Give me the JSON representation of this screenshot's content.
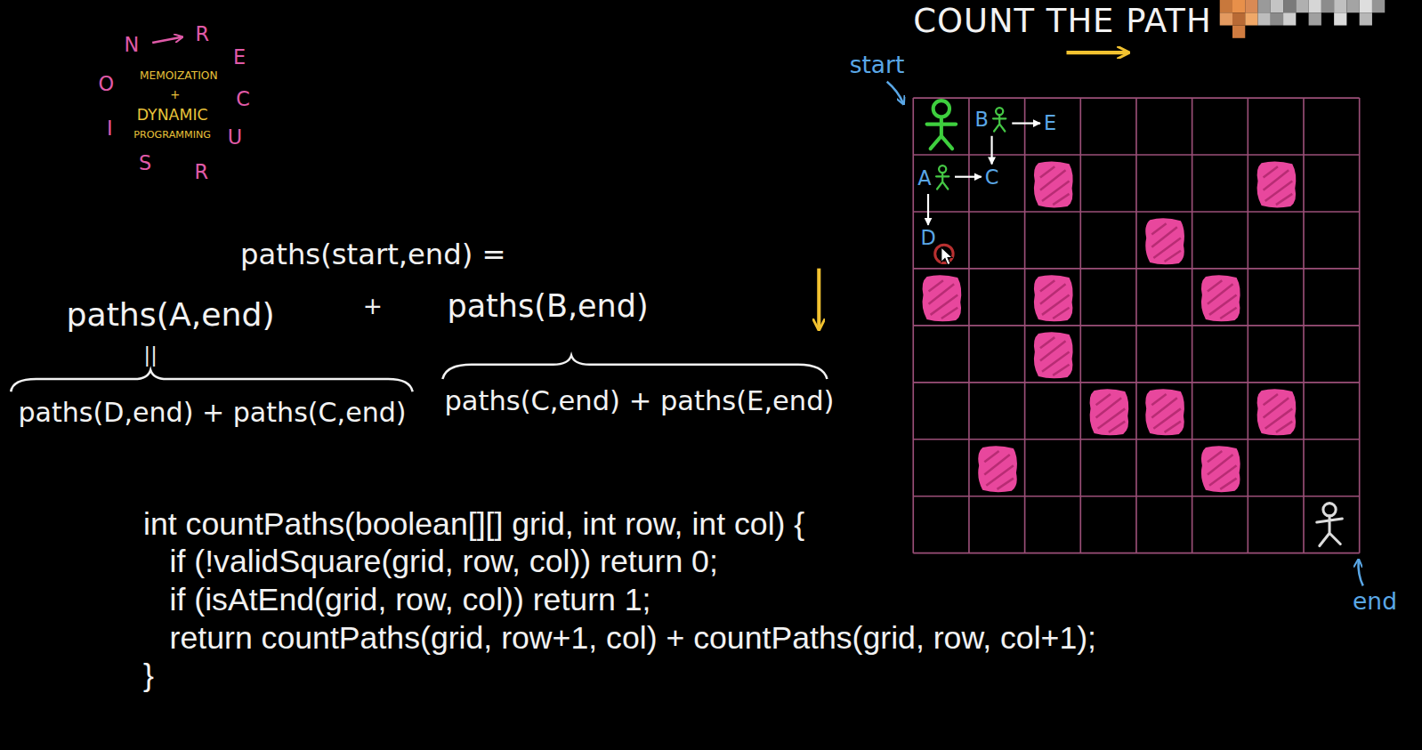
{
  "diagram": {
    "title": "COUNT THE PATH",
    "nodes": [
      {
        "text": [
          "B"
        ]
      },
      {
        "text": [
          "E"
        ]
      },
      {
        "text": [
          "A"
        ]
      },
      {
        "text": [
          "C"
        ]
      },
      {
        "text": [
          "D"
        ]
      }
    ],
    "edges": [
      {
        "from": 0,
        "to": 1,
        "arrow": "to"
      },
      {
        "from": 0,
        "to": 3,
        "arrow": "to"
      },
      {
        "from": 2,
        "to": 3,
        "arrow": "to"
      },
      {
        "from": 2,
        "to": 4,
        "arrow": "to"
      }
    ],
    "labels": [
      "N",
      "R",
      "E",
      "C",
      "U",
      "R",
      "S",
      "I",
      "O",
      "MEMOIZATION",
      "+",
      "DYNAMIC",
      "PROGRAMMING",
      "start",
      "paths(start,end) =",
      "paths(A,end)",
      "+",
      "paths(B,end)",
      "||",
      "paths(D,end) + paths(C,end)",
      "paths(C,end) + paths(E,end)",
      "end",
      "int countPaths(boolean[][] grid, int row, int col) {",
      "if (!validSquare(grid, row, col)) return 0;",
      "if (isAtEnd(grid, row, col)) return 1;",
      "return countPaths(grid, row+1, col) + countPaths(grid, row, col+1);",
      "}"
    ]
  }
}
